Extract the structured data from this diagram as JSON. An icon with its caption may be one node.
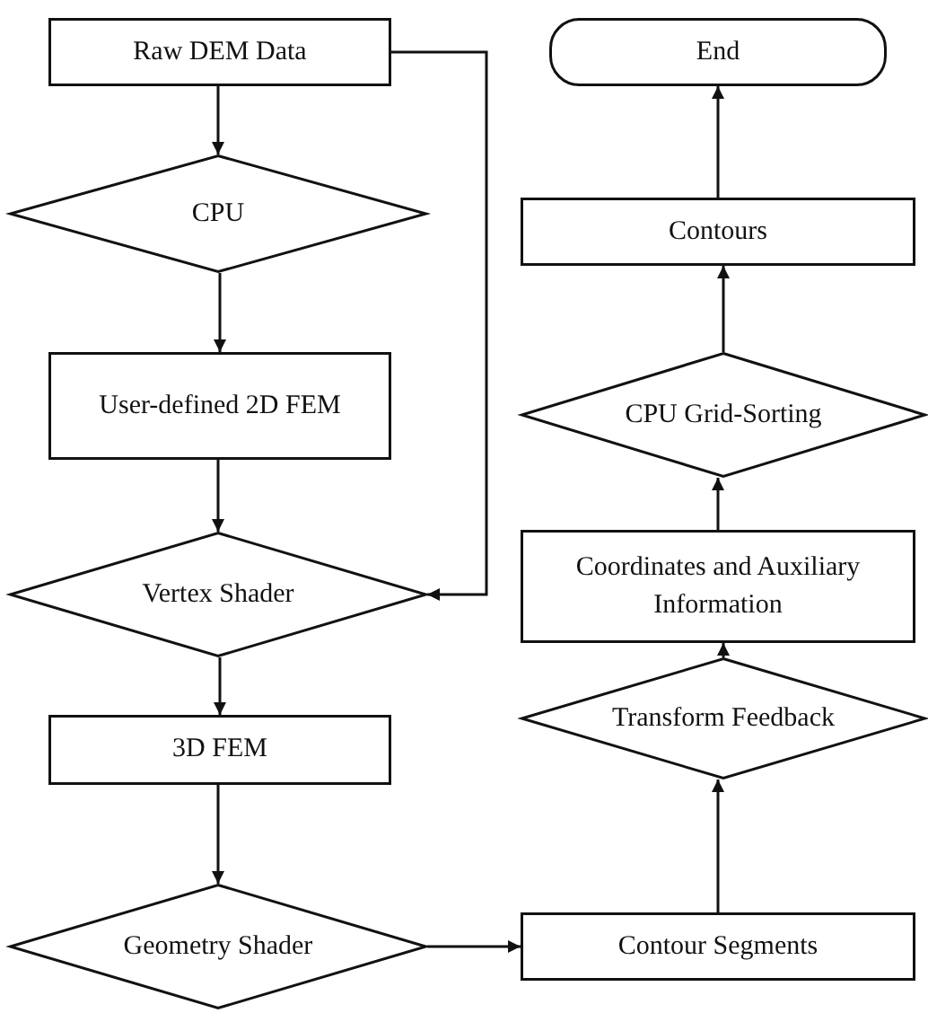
{
  "diagram": {
    "nodes": [
      {
        "text": [
          "Raw DEM Data"
        ]
      },
      {
        "text": [
          "CPU"
        ]
      },
      {
        "text": [
          "User-defined 2D FEM"
        ]
      },
      {
        "text": [
          "Vertex Shader"
        ]
      },
      {
        "text": [
          "3D FEM"
        ]
      },
      {
        "text": [
          "Geometry Shader"
        ]
      },
      {
        "text": [
          "Contour Segments"
        ]
      },
      {
        "text": [
          "Transform Feedback"
        ]
      },
      {
        "text": [
          "Coordinates and Auxiliary Information"
        ]
      },
      {
        "text": [
          "CPU Grid-Sorting"
        ]
      },
      {
        "text": [
          "Contours"
        ]
      },
      {
        "text": [
          "End"
        ]
      }
    ],
    "edges": [
      {
        "from": 0,
        "to": 1,
        "arrow": "to"
      },
      {
        "from": 1,
        "to": 2,
        "arrow": "to"
      },
      {
        "from": 2,
        "to": 3,
        "arrow": "to"
      },
      {
        "from": 0,
        "to": 3,
        "arrow": "to"
      },
      {
        "from": 3,
        "to": 4,
        "arrow": "to"
      },
      {
        "from": 4,
        "to": 5,
        "arrow": "to"
      },
      {
        "from": 5,
        "to": 6,
        "arrow": "to"
      },
      {
        "from": 6,
        "to": 7,
        "arrow": "to"
      },
      {
        "from": 7,
        "to": 8,
        "arrow": "to"
      },
      {
        "from": 8,
        "to": 9,
        "arrow": "to"
      },
      {
        "from": 9,
        "to": 10,
        "arrow": "to"
      },
      {
        "from": 10,
        "to": 11,
        "arrow": "to"
      }
    ]
  }
}
